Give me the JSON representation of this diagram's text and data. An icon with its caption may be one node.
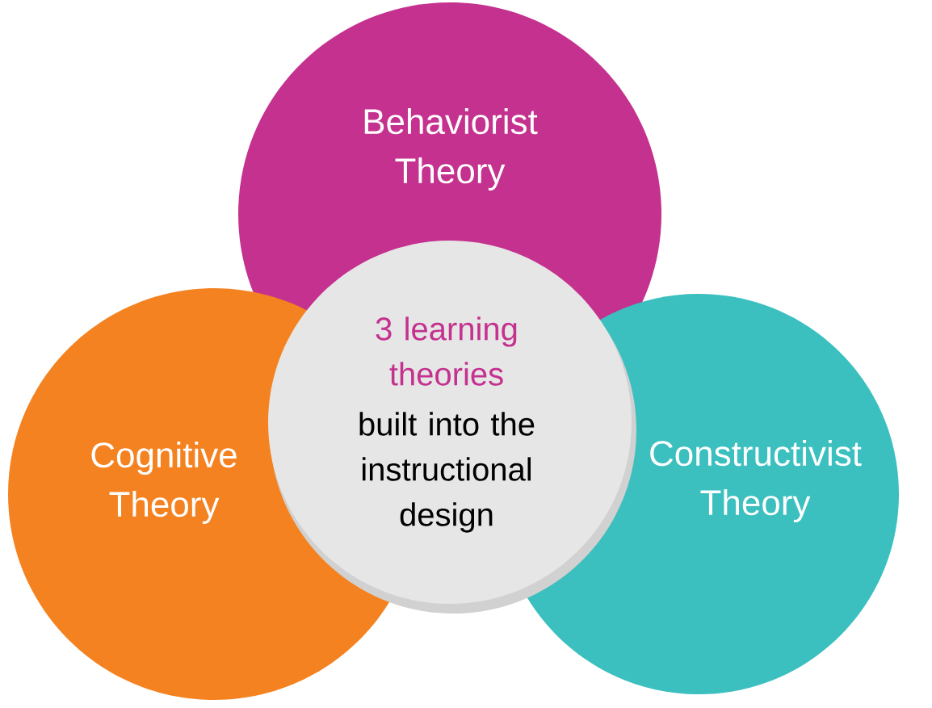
{
  "diagram": {
    "nodes": [
      {
        "text": [
          "Behaviorist Theory"
        ]
      },
      {
        "text": [
          "Cognitive Theory"
        ]
      },
      {
        "text": [
          "Constructivist Theory"
        ]
      },
      {
        "text": [
          "3 learning theories",
          "built into the instructional design"
        ]
      }
    ]
  }
}
